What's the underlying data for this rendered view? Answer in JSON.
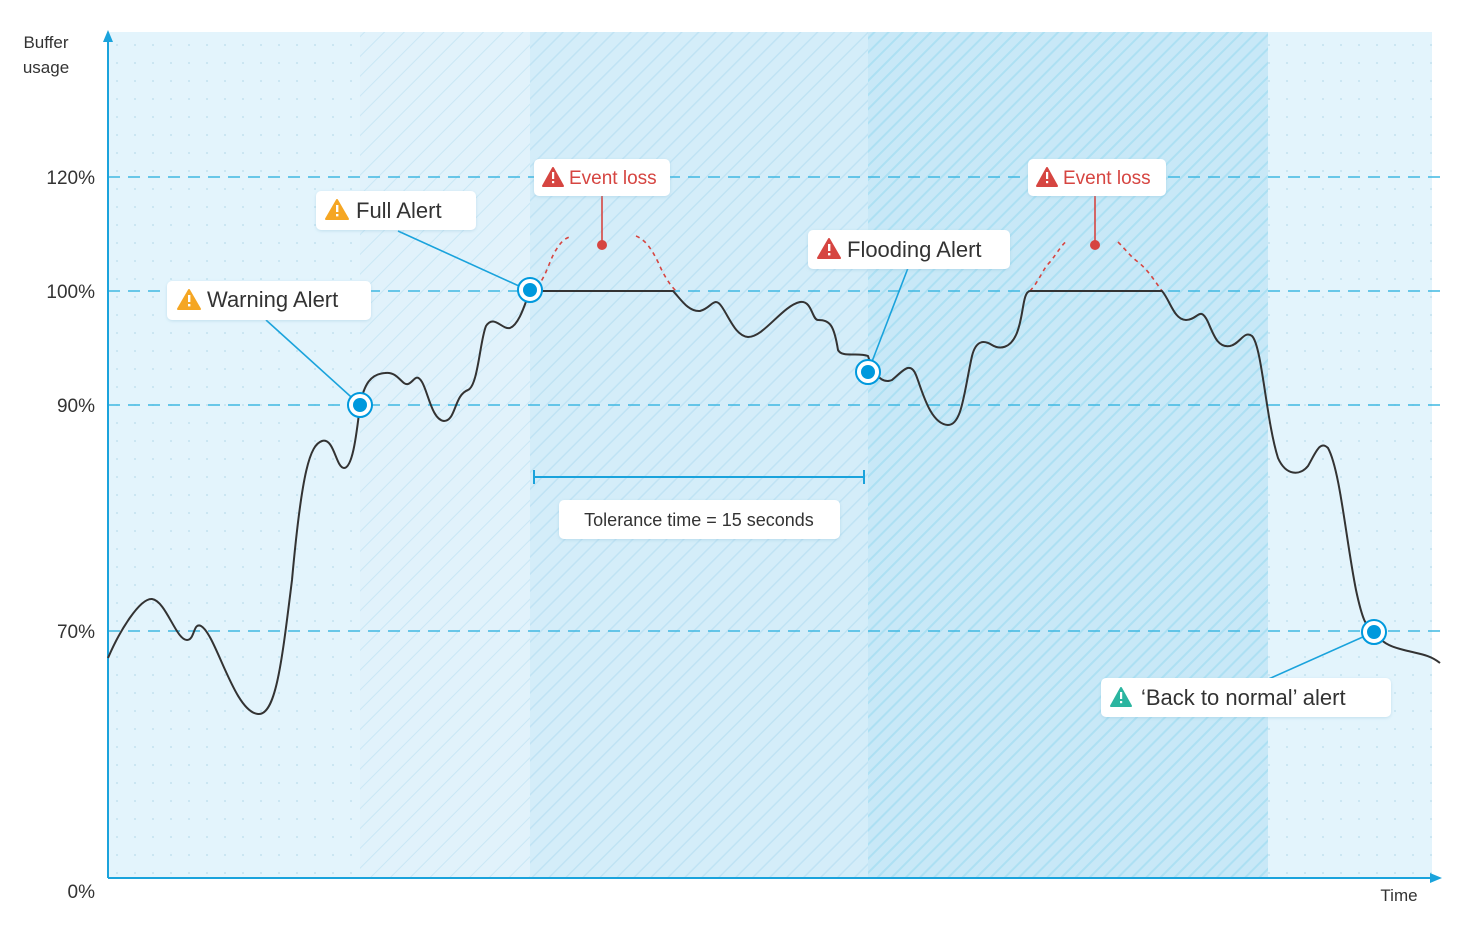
{
  "y_axis": {
    "title_lines": [
      "Buffer",
      "usage"
    ],
    "ticks": [
      {
        "value": 0,
        "label": "0%"
      },
      {
        "value": 70,
        "label": "70%"
      },
      {
        "value": 90,
        "label": "90%"
      },
      {
        "value": 100,
        "label": "100%"
      },
      {
        "value": 120,
        "label": "120%"
      }
    ]
  },
  "x_axis": {
    "title": "Time"
  },
  "callouts": {
    "warning": {
      "text": "Warning Alert",
      "icon": "warning-triangle-icon",
      "color": "#f5a623"
    },
    "full": {
      "text": "Full Alert",
      "icon": "warning-triangle-icon",
      "color": "#f5a623"
    },
    "event_loss_1": {
      "text": "Event loss",
      "icon": "warning-triangle-icon",
      "color": "#d64541"
    },
    "flooding": {
      "text": "Flooding Alert",
      "icon": "warning-triangle-icon",
      "color": "#d64541"
    },
    "event_loss_2": {
      "text": "Event loss",
      "icon": "warning-triangle-icon",
      "color": "#d64541"
    },
    "back_to_normal": {
      "text": "‘Back to normal’ alert",
      "icon": "warning-triangle-icon",
      "color": "#2bb5a0"
    }
  },
  "tolerance": {
    "text": "Tolerance time = 15 seconds"
  },
  "colors": {
    "axis": "#1aa3dc",
    "threshold_line": "#3fb8e2",
    "marker": "#0099dd",
    "curve": "#333333",
    "event_loss": "#d64541",
    "background": "#e3f4fc"
  }
}
